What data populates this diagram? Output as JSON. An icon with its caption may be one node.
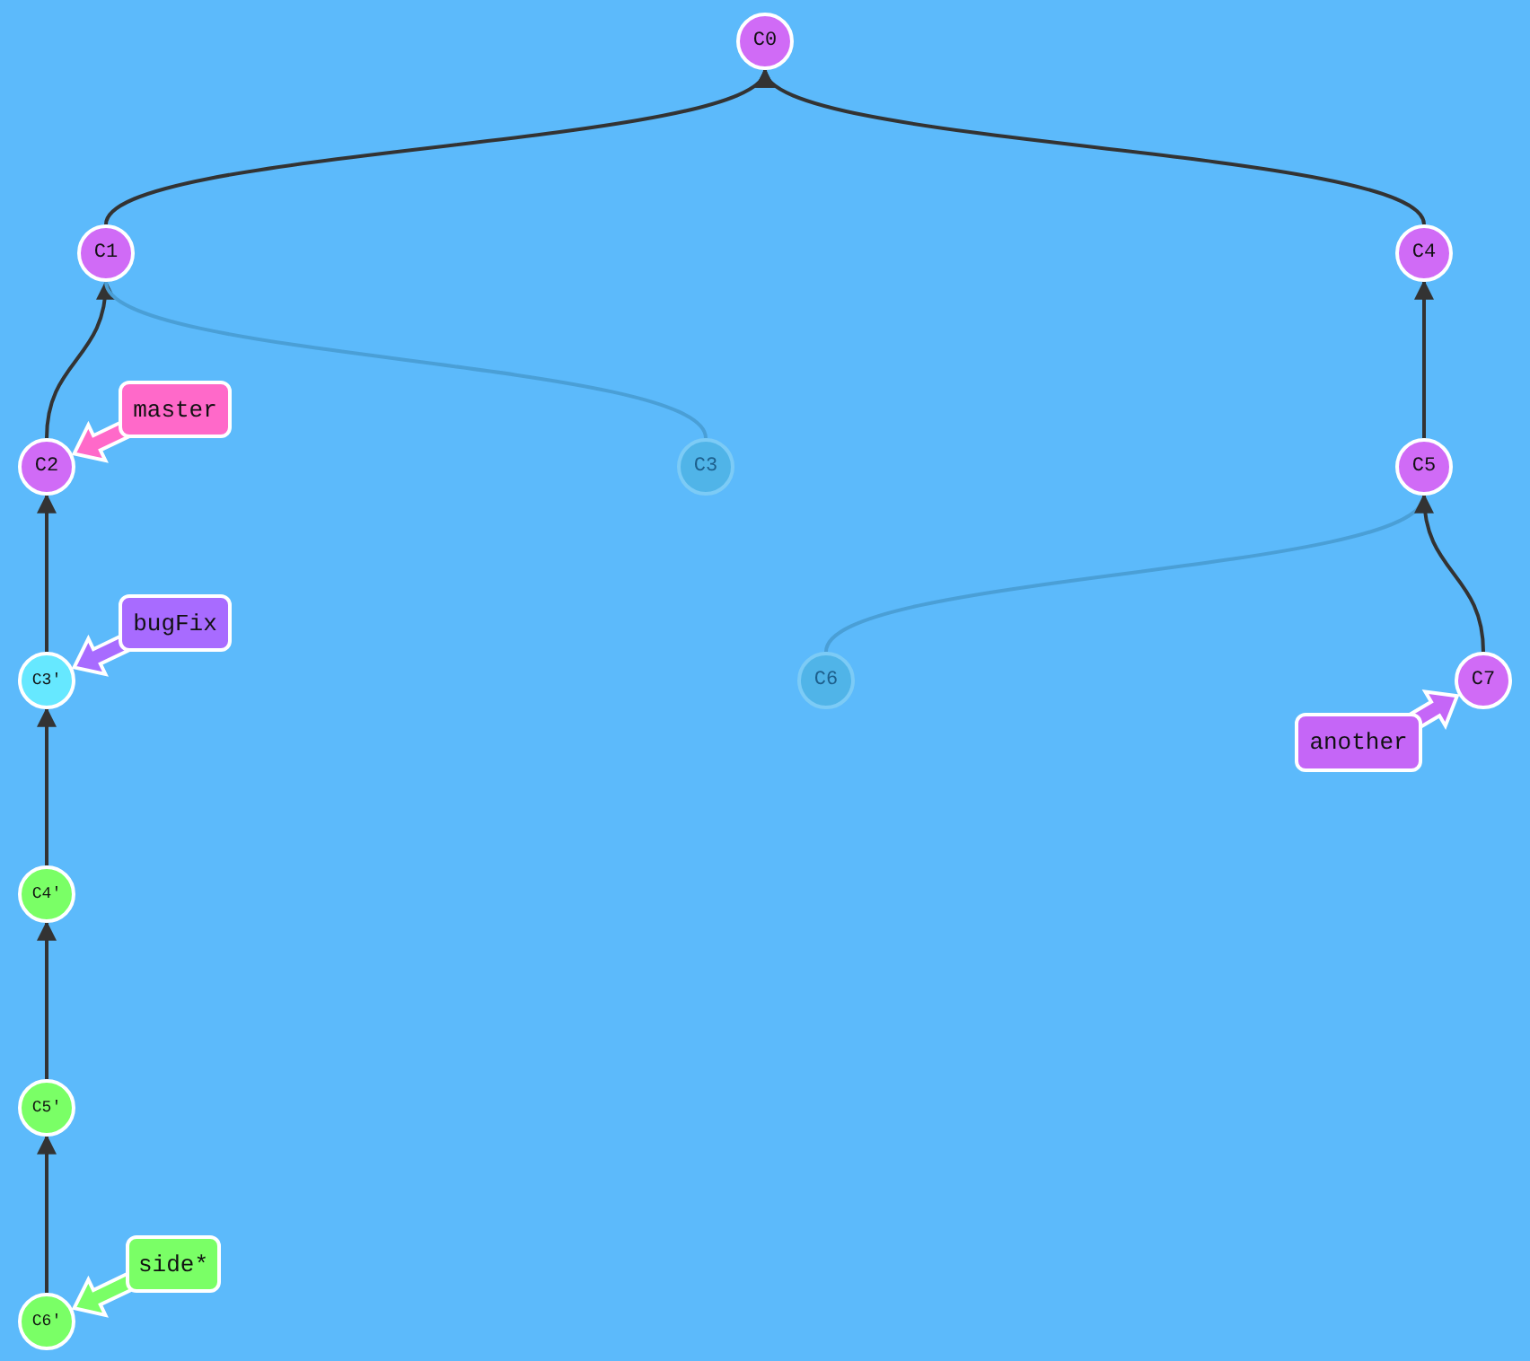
{
  "diagram": {
    "nodes": [
      {
        "text": [
          "C0"
        ]
      },
      {
        "text": [
          "C1"
        ]
      },
      {
        "text": [
          "C2"
        ]
      },
      {
        "text": [
          "C3"
        ]
      },
      {
        "text": [
          "C3'"
        ]
      },
      {
        "text": [
          "C4'"
        ]
      },
      {
        "text": [
          "C5'"
        ]
      },
      {
        "text": [
          "C6'"
        ]
      },
      {
        "text": [
          "C4"
        ]
      },
      {
        "text": [
          "C5"
        ]
      },
      {
        "text": [
          "C6"
        ]
      },
      {
        "text": [
          "C7"
        ]
      },
      {
        "text": [
          "master"
        ]
      },
      {
        "text": [
          "bugFix"
        ]
      },
      {
        "text": [
          "side*"
        ]
      },
      {
        "text": [
          "another"
        ]
      }
    ],
    "edges": [
      {
        "from": 1,
        "to": 0,
        "arrow": "to"
      },
      {
        "from": 8,
        "to": 0,
        "arrow": "to"
      },
      {
        "from": 2,
        "to": 1,
        "arrow": "to"
      },
      {
        "from": 3,
        "to": 1,
        "arrow": "none",
        "color": "#4a9fd6"
      },
      {
        "from": 4,
        "to": 2,
        "arrow": "to"
      },
      {
        "from": 5,
        "to": 4,
        "arrow": "to"
      },
      {
        "from": 6,
        "to": 5,
        "arrow": "to"
      },
      {
        "from": 7,
        "to": 6,
        "arrow": "to"
      },
      {
        "from": 9,
        "to": 8,
        "arrow": "to"
      },
      {
        "from": 10,
        "to": 9,
        "arrow": "none",
        "color": "#4a9fd6"
      },
      {
        "from": 11,
        "to": 9,
        "arrow": "to"
      },
      {
        "from": 12,
        "to": 2,
        "arrow": "to"
      },
      {
        "from": 13,
        "to": 4,
        "arrow": "to"
      },
      {
        "from": 14,
        "to": 7,
        "arrow": "to"
      },
      {
        "from": 15,
        "to": 11,
        "arrow": "to"
      }
    ]
  }
}
